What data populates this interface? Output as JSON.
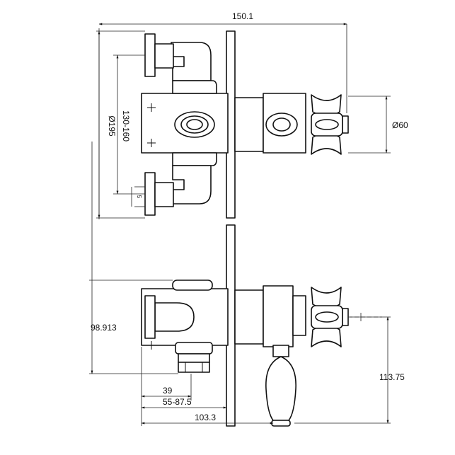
{
  "dimensions": {
    "overall_width": "150.1",
    "body_diameter": "Ø195",
    "inlet_spacing": "130-160",
    "handle_diameter": "Ø60",
    "small_label": "5",
    "side_height": "98.913",
    "lever_height": "113.75",
    "inlet_depth": "39",
    "wall_depth": "55-87.5",
    "total_depth": "103.3"
  }
}
